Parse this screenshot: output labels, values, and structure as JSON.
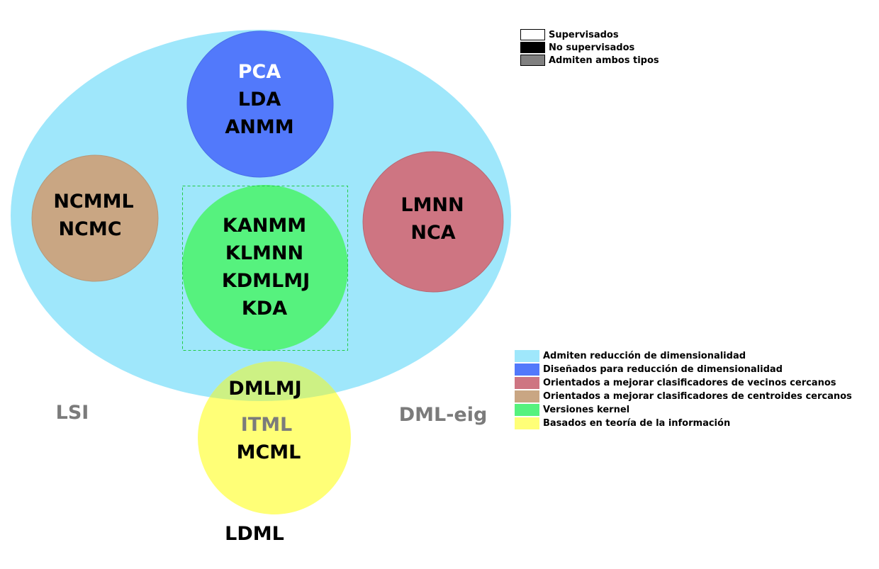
{
  "groups": {
    "reduction_support": {
      "color": "#9fe7fb"
    },
    "reduction_designed": {
      "color": "#5279fb",
      "items": [
        "PCA",
        "LDA",
        "ANMM"
      ]
    },
    "nearest_neighbors": {
      "color": "#ce7582",
      "items": [
        "LMNN",
        "NCA"
      ]
    },
    "nearest_centroid": {
      "color": "#c9a683",
      "items": [
        "NCMML",
        "NCMC"
      ]
    },
    "kernel": {
      "color": "#56f27e",
      "items": [
        "KANMM",
        "KLMNN",
        "KDMLMJ",
        "KDA"
      ]
    },
    "information_theory": {
      "color": "#ffff77",
      "overlap_color": "#cdf184",
      "items": [
        "DMLMJ",
        "ITML",
        "MCML"
      ]
    }
  },
  "standalone": {
    "lsi": "LSI",
    "dml_eig": "DML-eig",
    "ldml": "LDML"
  },
  "legend_learning": [
    {
      "label": "Supervisados",
      "color": "#ffffff"
    },
    {
      "label": "No supervisados",
      "color": "#000000"
    },
    {
      "label": "Admiten ambos tipos",
      "color": "#808080"
    }
  ],
  "legend_categories": [
    {
      "label": "Admiten reducción de dimensionalidad",
      "color": "#9fe7fb"
    },
    {
      "label": "Diseñados para reducción de dimensionalidad",
      "color": "#5279fb"
    },
    {
      "label": "Orientados a mejorar clasificadores de vecinos cercanos",
      "color": "#ce7582"
    },
    {
      "label": "Orientados a mejorar clasificadores de centroides cercanos",
      "color": "#c9a683"
    },
    {
      "label": "Versiones kernel",
      "color": "#56f27e"
    },
    {
      "label": "Basados en teoría de la información",
      "color": "#ffff77"
    }
  ]
}
